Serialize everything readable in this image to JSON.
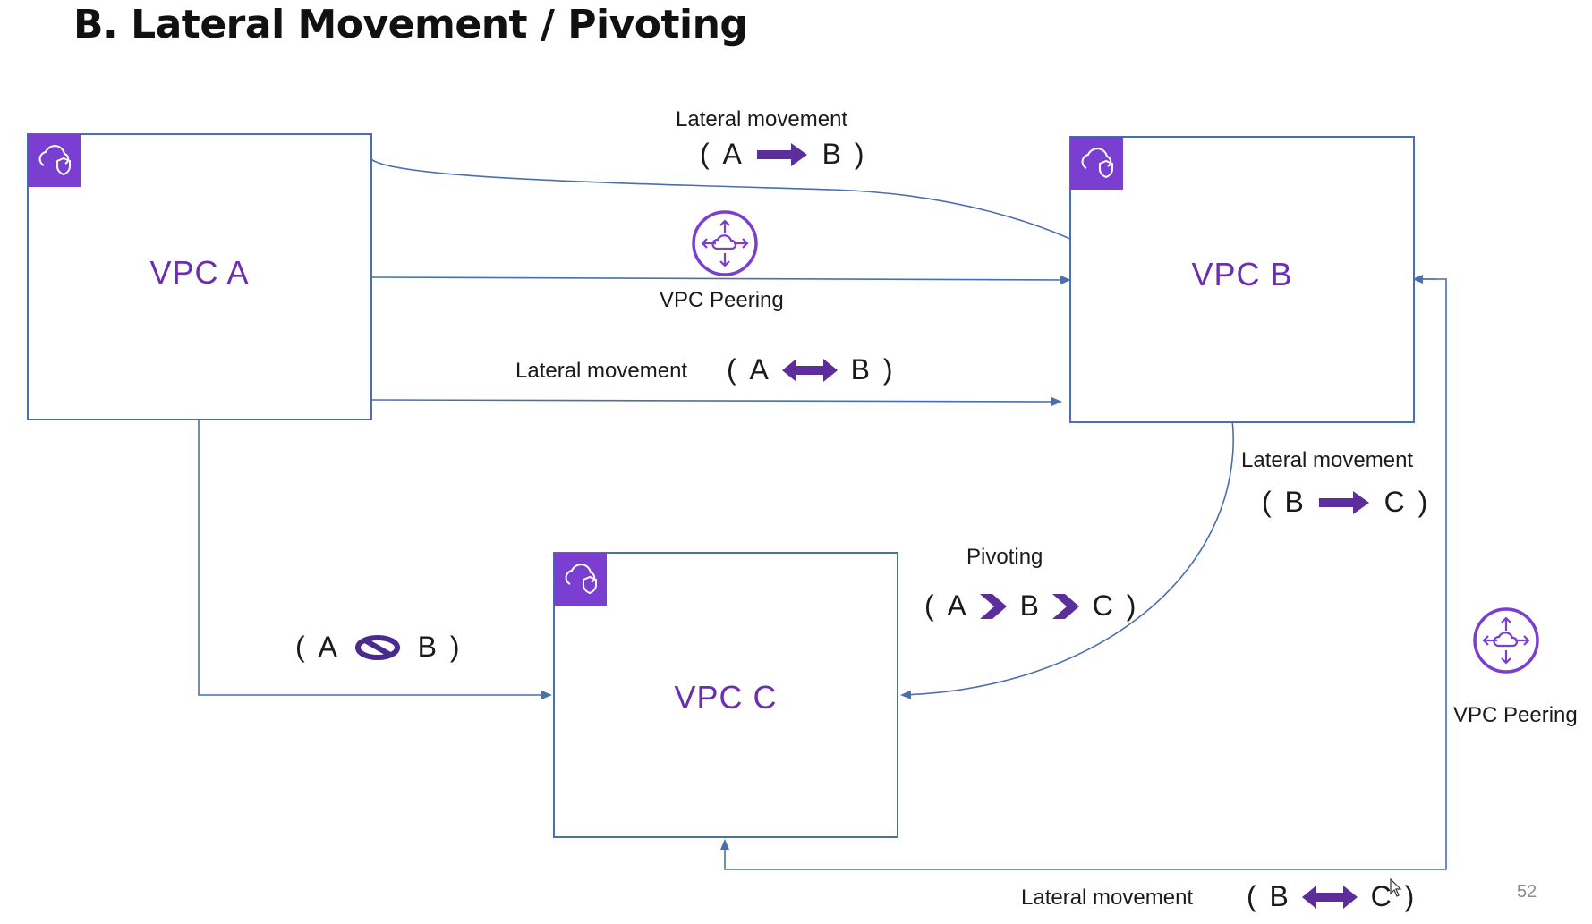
{
  "slide": {
    "title": "B.  Lateral Movement / Pivoting",
    "page_number": "52"
  },
  "vpcs": {
    "a": {
      "label": "VPC A",
      "icon": "vpc-shield-cloud-icon"
    },
    "b": {
      "label": "VPC B",
      "icon": "vpc-shield-cloud-icon"
    },
    "c": {
      "label": "VPC C",
      "icon": "vpc-shield-cloud-icon"
    }
  },
  "peering": {
    "top": {
      "label": "VPC Peering",
      "icon": "vpc-peering-icon"
    },
    "right": {
      "label": "VPC Peering",
      "icon": "vpc-peering-icon"
    }
  },
  "annotations": {
    "ab_top": {
      "text": "Lateral movement",
      "from": "A",
      "to": "B",
      "close": ")",
      "open": "("
    },
    "ab_mid": {
      "text": "Lateral movement",
      "from": "A",
      "to": "B",
      "close": ")",
      "open": "("
    },
    "bc_right": {
      "text": "Lateral movement",
      "from": "B",
      "to": "C",
      "close": ")",
      "open": "("
    },
    "pivot": {
      "text": "Pivoting",
      "a": "A",
      "b": "B",
      "c": "C",
      "close": ")",
      "open": "("
    },
    "ab_blocked": {
      "from": "A",
      "to": "B",
      "close": ")",
      "open": "("
    },
    "bc_bottom": {
      "text": "Lateral movement",
      "from": "B",
      "to": "C",
      "close": ")",
      "open": "("
    }
  },
  "colors": {
    "accent_purple": "#6a2fb0",
    "badge_purple": "#7a3fd0",
    "arrow_purple": "#5b2e9c",
    "line_blue": "#4a6fae"
  }
}
